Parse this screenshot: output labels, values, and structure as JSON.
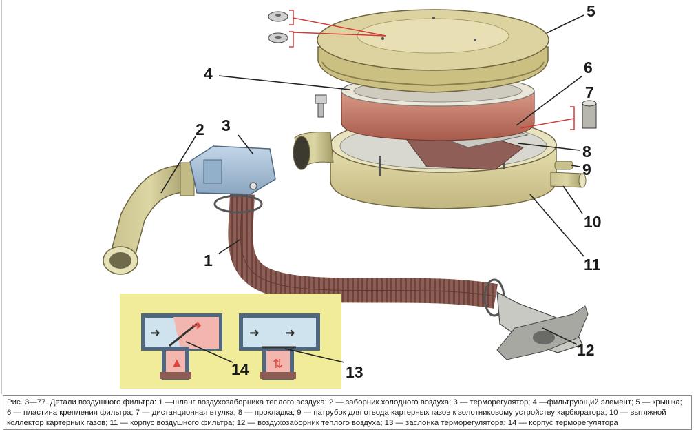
{
  "diagram": {
    "callouts": [
      "1",
      "2",
      "3",
      "4",
      "5",
      "6",
      "7",
      "8",
      "9",
      "10",
      "11",
      "12",
      "13",
      "14"
    ]
  },
  "caption": "Рис. 3—77. Детали воздушного фильтра: 1 —шланг воздухозаборника теплого воздуха; 2 — заборник холодного воздуха; 3 — терморегулятор; 4 —фильтрующий элемент; 5 — крышка; 6 — пластина крепления фильтра; 7 — дистанционная втулка; 8 — прокладка; 9 — патрубок для отвода картерных газов к золотниковому устройству карбюратора; 10 — вытяжной коллектор картерных газов; 11 — корпус воздушного фильтра; 12 — воздухозаборник теплого воздуха; 13 — заслонка терморегулятора; 14 — корпус терморегулятора",
  "colors": {
    "housing": "#d9cf9c",
    "filter_band": "#c87a68",
    "hose": "#8c5e55",
    "regulator": "#a9c2d9",
    "inset_bg": "#f1ec9a",
    "hot_air": "#e0443a",
    "leader": "#d23a3a"
  }
}
